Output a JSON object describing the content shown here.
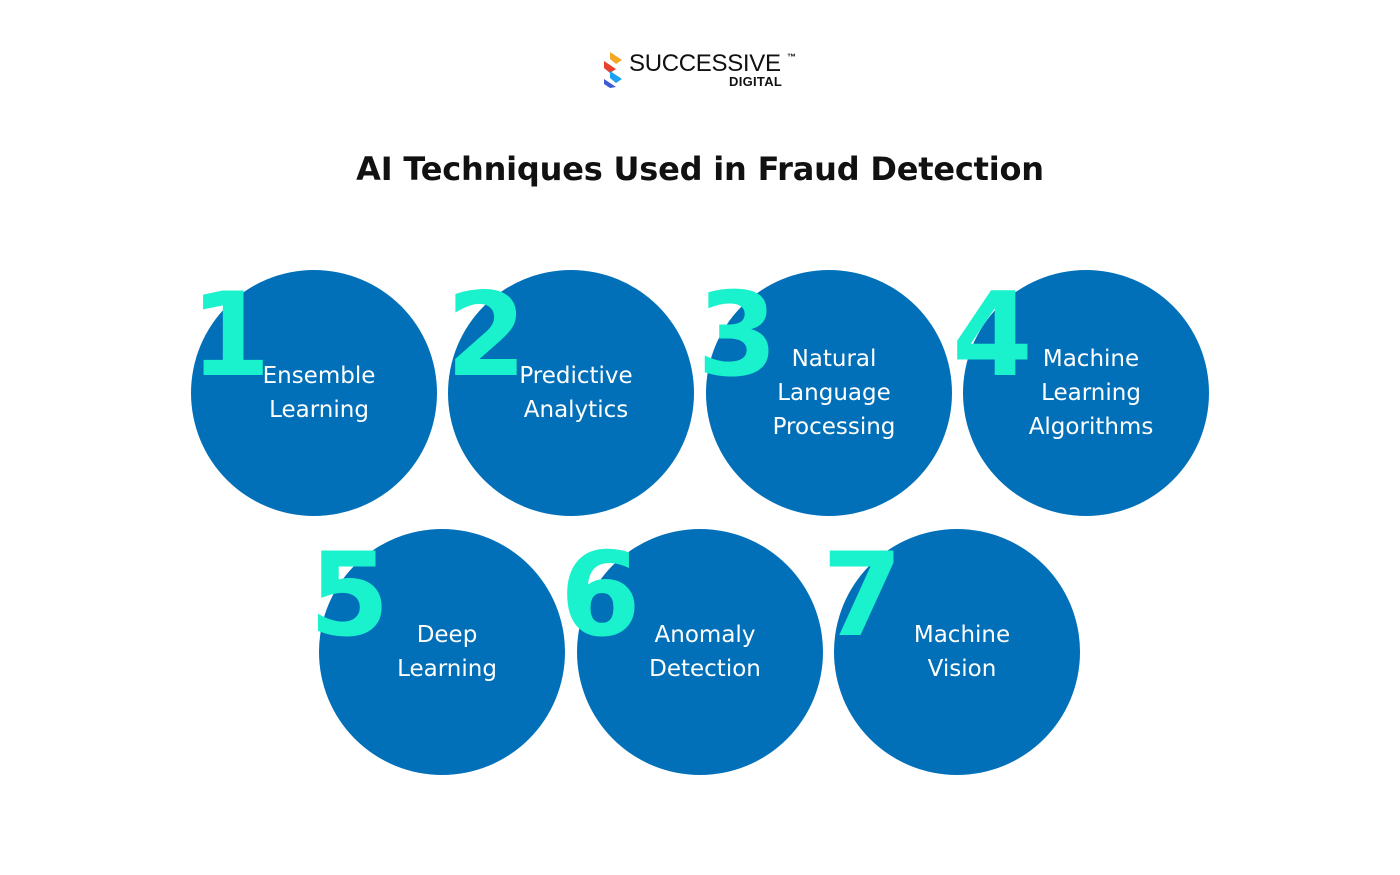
{
  "logo": {
    "brand": "SUCCESSIVE",
    "trademark": "™",
    "sub": "DIGITAL",
    "colors": [
      "#F5A623",
      "#E8412C",
      "#3C5BD6",
      "#1DA1F2"
    ]
  },
  "title": "AI Techniques Used in Fraud Detection",
  "colors": {
    "circle": "#0170B9",
    "number": "#19F2CC",
    "text": "#FFFFFF"
  },
  "techniques": [
    {
      "number": "1",
      "lines": [
        "Ensemble",
        "Learning"
      ]
    },
    {
      "number": "2",
      "lines": [
        "Predictive",
        "Analytics"
      ]
    },
    {
      "number": "3",
      "lines": [
        "Natural",
        "Language",
        "Processing"
      ]
    },
    {
      "number": "4",
      "lines": [
        "Machine",
        "Learning",
        "Algorithms"
      ]
    },
    {
      "number": "5",
      "lines": [
        "Deep",
        "Learning"
      ]
    },
    {
      "number": "6",
      "lines": [
        "Anomaly",
        "Detection"
      ]
    },
    {
      "number": "7",
      "lines": [
        "Machine",
        "Vision"
      ]
    }
  ]
}
